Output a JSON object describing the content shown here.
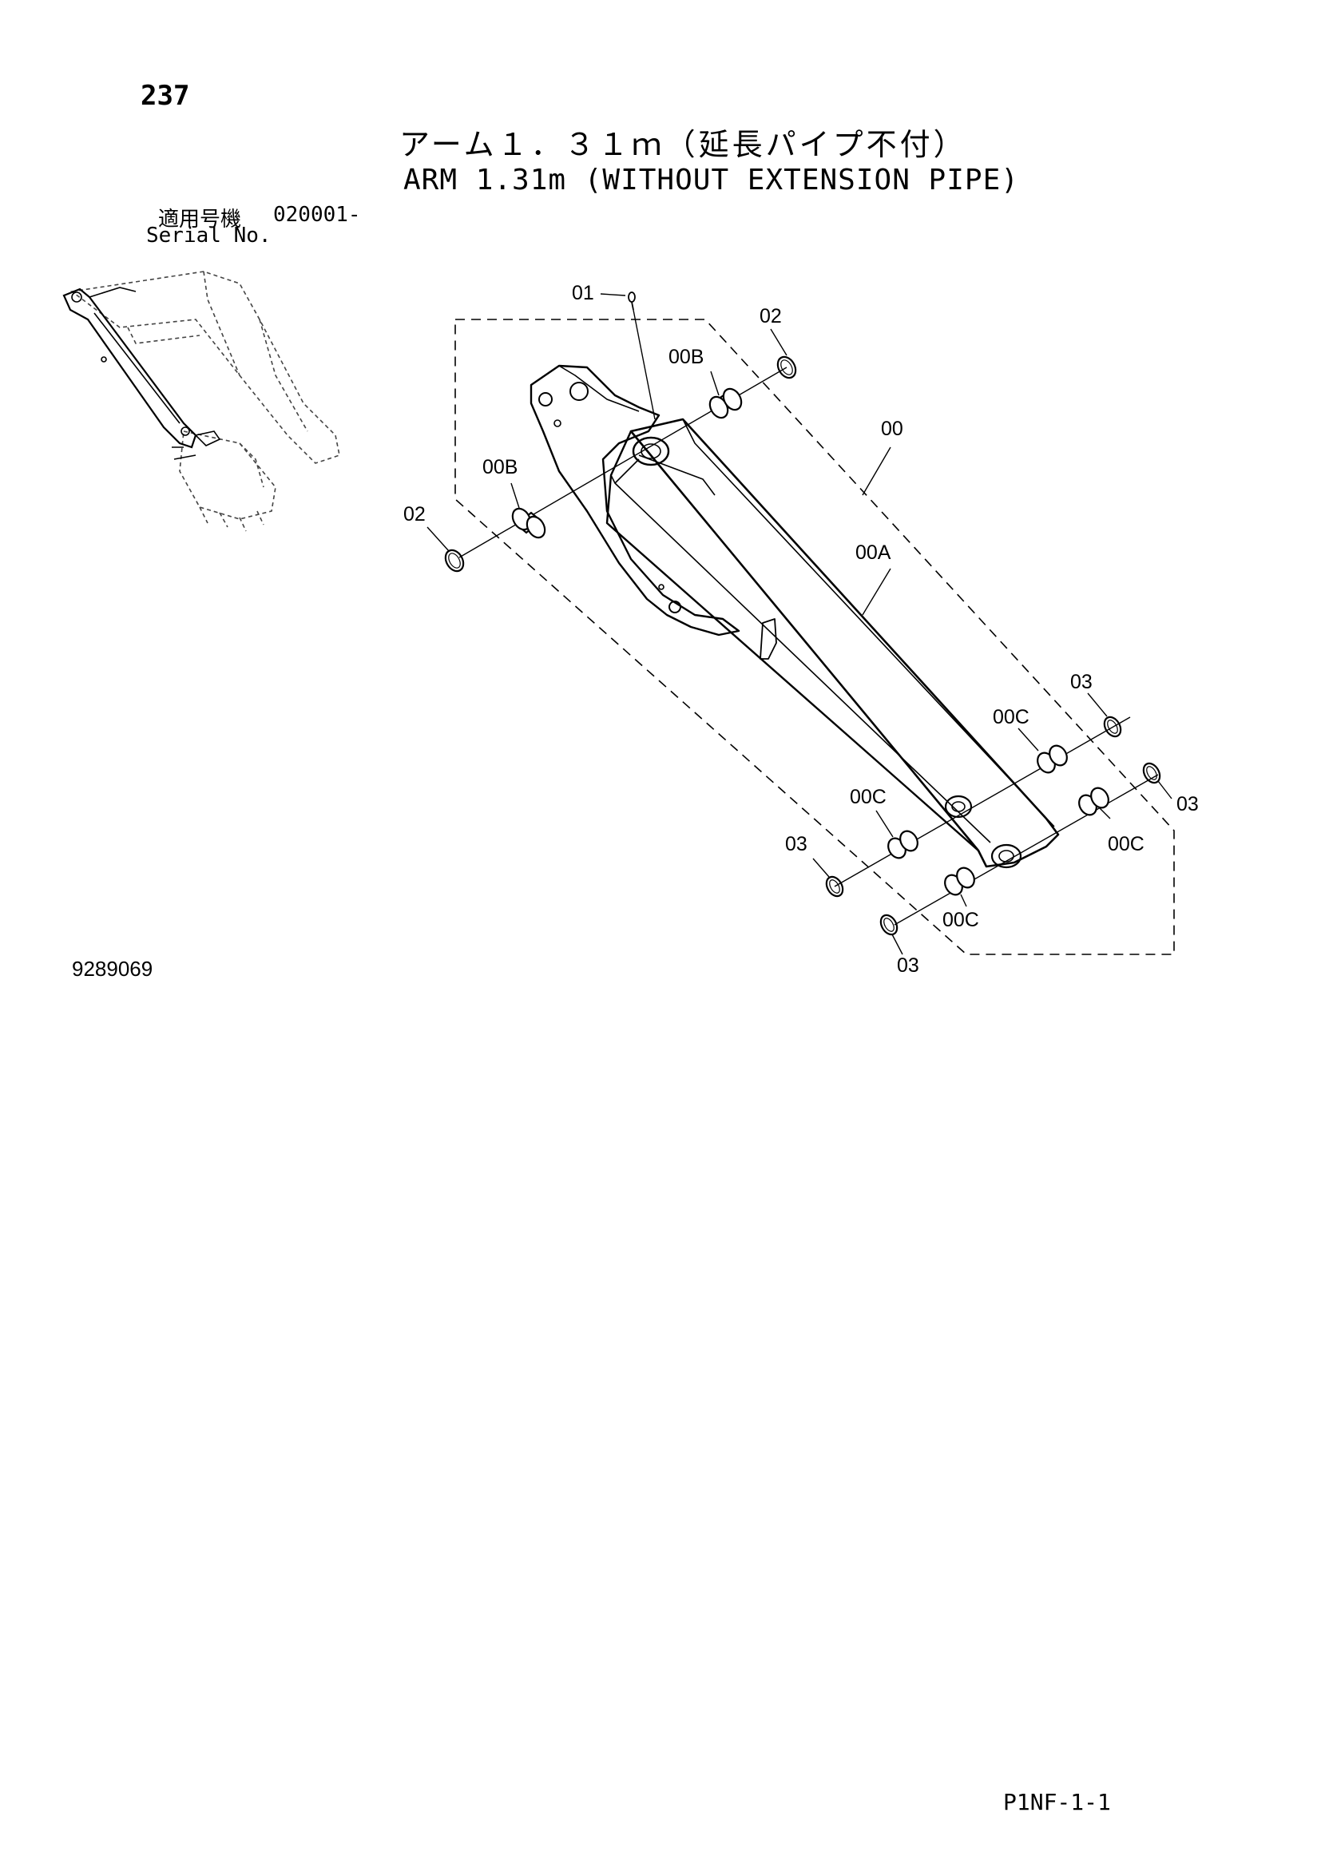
{
  "header": {
    "page_number": "237",
    "title_jp": "アーム１．３１ｍ（延長パイプ不付）",
    "title_en": "ARM 1.31m (WITHOUT EXTENSION PIPE)",
    "serial_label_jp": "適用号機",
    "serial_number": "020001-",
    "serial_label_en": "Serial No."
  },
  "diagram": {
    "callouts": {
      "c01": "01",
      "c02_top": "02",
      "c02_left": "02",
      "c00B_top": "00B",
      "c00B_left": "00B",
      "c00": "00",
      "c00A": "00A",
      "c03_top": "03",
      "c00C_upper": "00C",
      "c03_right": "03",
      "c00C_right": "00C",
      "c00C_mid": "00C",
      "c03_left": "03",
      "c00C_bottom": "00C",
      "c03_bottom": "03"
    }
  },
  "footer": {
    "figure_number": "9289069",
    "page_code": "P1NF-1-1"
  }
}
